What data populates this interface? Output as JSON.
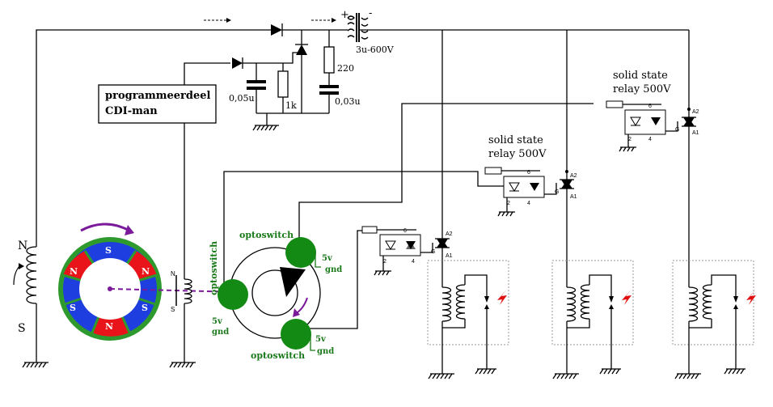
{
  "labels": {
    "programmer_line1": "programmeerdeel",
    "programmer_line2": "CDI-man",
    "cap1": "0,05u",
    "res1": "1k",
    "res2": "220",
    "cap2": "0,03u",
    "transformer": "3u-600V",
    "plus": "+",
    "minus": "-",
    "ssr_title_line1": "solid state",
    "ssr_title_line2": "relay 500V",
    "optoswitch": "optoswitch",
    "v5": "5v",
    "gnd": "gnd",
    "pin_2": "2",
    "pin_4": "4",
    "pin_6": "6",
    "pin_gate": "G",
    "pin_a1": "A1",
    "pin_a2": "A2",
    "north": "N",
    "south": "S",
    "rotor_north": "N",
    "rotor_south": "S"
  },
  "colors": {
    "opto_green": "#138a13",
    "opto_label_green": "#1a7a1a",
    "rotor_red": "#e8141a",
    "rotor_blue": "#1e3ee0",
    "rotor_ring": "#2e9a2e",
    "purple": "#7a1a9a",
    "spark_red": "#e01010"
  },
  "icons": {
    "flow_arrow": "dashed-arrow-icon",
    "spark": "spark-icon",
    "ground": "ground-icon"
  }
}
